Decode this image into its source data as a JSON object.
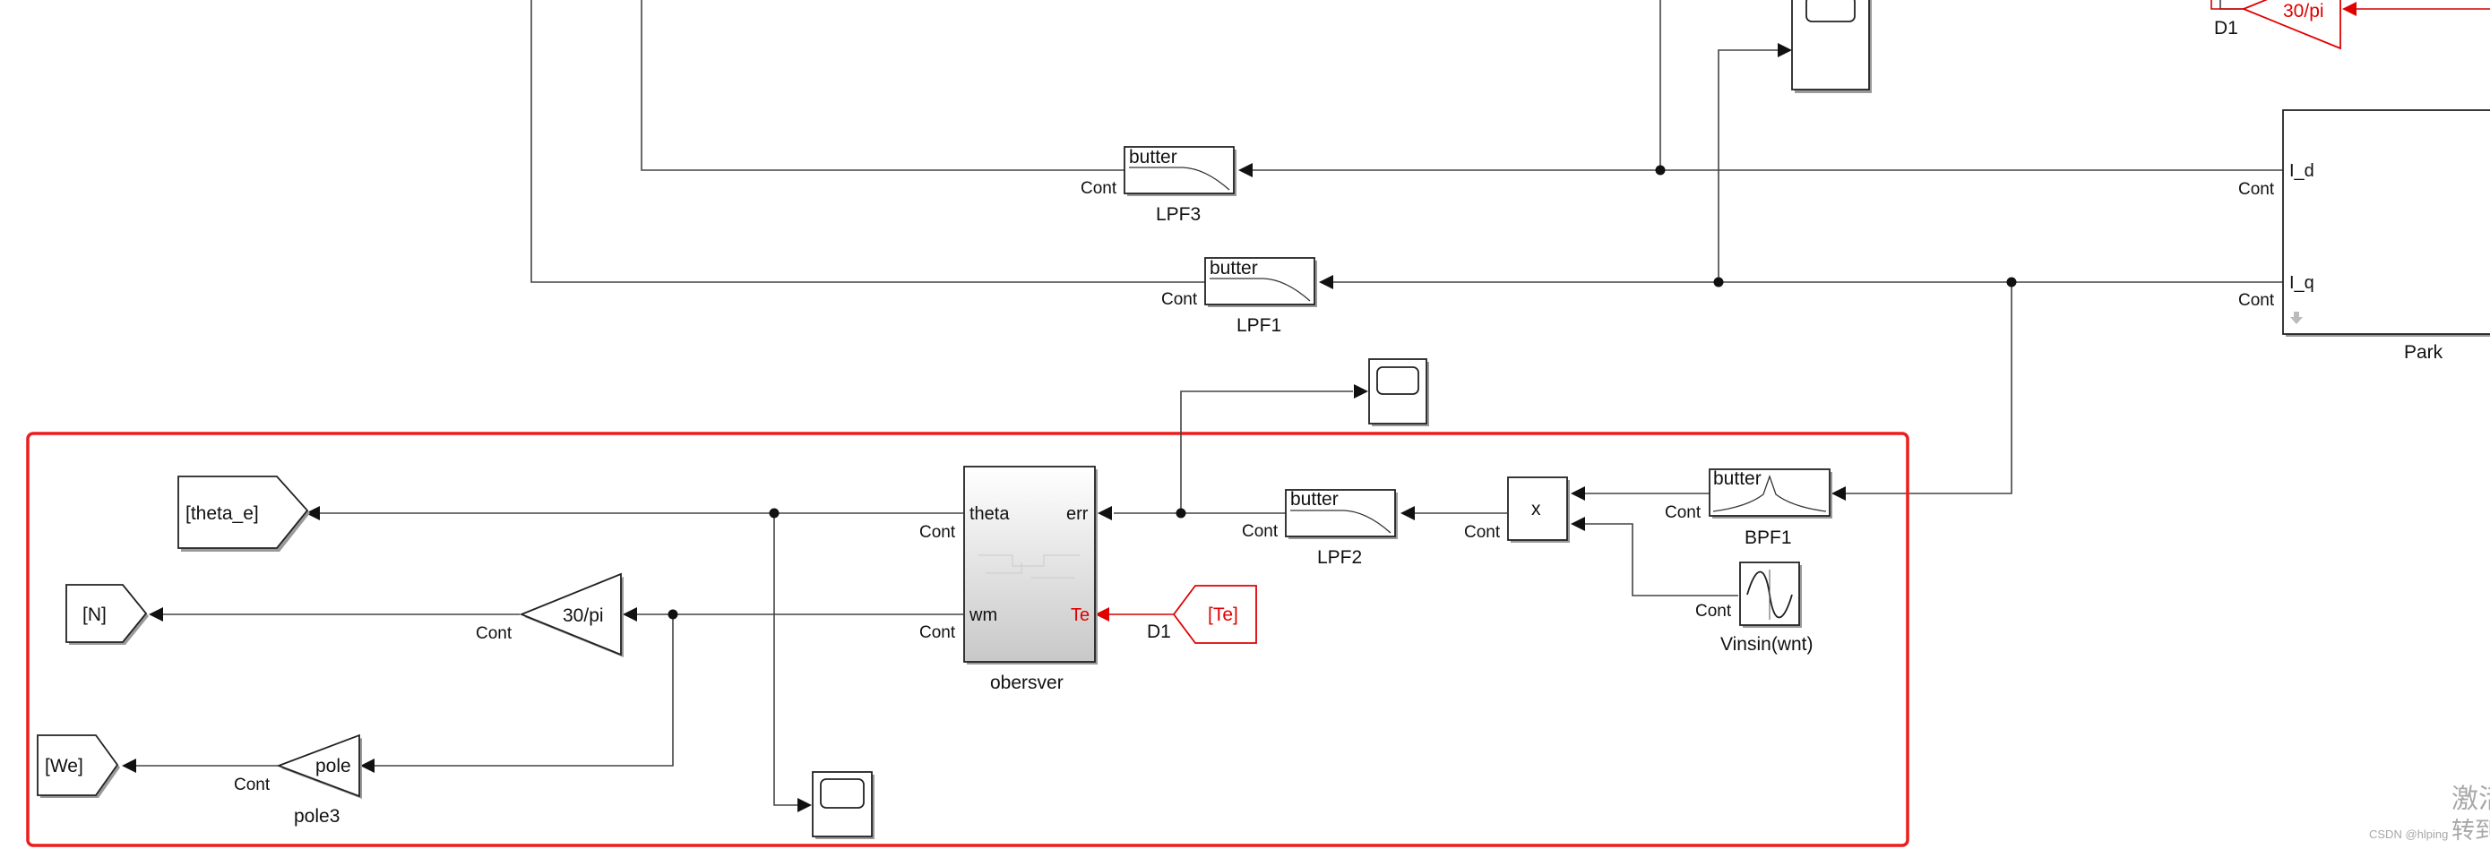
{
  "watermark": {
    "credit": "CSDN @hlping",
    "overlay": "激活",
    "overlay2": "转到"
  },
  "colors": {
    "selection_border": "#ee1c1c",
    "tag_red": "#e00000",
    "line": "#444444"
  },
  "blocks": {
    "lpf3": {
      "icon_text": "butter",
      "port": "Cont",
      "name": "LPF3"
    },
    "lpf1": {
      "icon_text": "butter",
      "port": "Cont",
      "name": "LPF1"
    },
    "lpf2": {
      "icon_text": "butter",
      "port": "Cont",
      "name": "LPF2"
    },
    "bpf1": {
      "icon_text": "butter",
      "port": "Cont",
      "name": "BPF1"
    },
    "park": {
      "name": "Park",
      "port_id": "I_d",
      "port_iq": "I_q",
      "cont_top": "Cont",
      "cont_bottom": "Cont"
    },
    "top_gain": {
      "value": "30/pi",
      "name": "D1"
    },
    "obsersver": {
      "name": "obersver",
      "in_theta": "theta",
      "in_wm": "wm",
      "out_err": "err",
      "out_te": "Te",
      "cont_top": "Cont",
      "cont_bottom": "Cont"
    },
    "gain_30pi": {
      "value": "30/pi",
      "port": "Cont"
    },
    "gain_pole": {
      "value": "pole",
      "port": "Cont",
      "name": "pole3"
    },
    "product": {
      "symbol": "x",
      "port": "Cont"
    },
    "vinsin": {
      "port": "Cont",
      "name": "Vinsin(wnt)"
    },
    "from_te": {
      "tag": "[Te]",
      "name": "D1"
    },
    "goto_theta": {
      "tag": "[theta_e]"
    },
    "goto_n": {
      "tag": "[N]"
    },
    "goto_we": {
      "tag": "[We]"
    }
  },
  "icons": [
    "scope-icon",
    "butterworth-lowpass-icon",
    "butterworth-bandpass-icon",
    "sine-wave-icon",
    "gain-triangle-icon",
    "goto-tag-icon",
    "from-tag-icon"
  ]
}
